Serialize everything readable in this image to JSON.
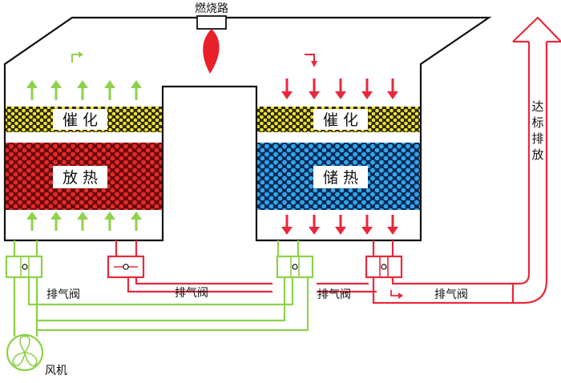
{
  "burner": {
    "label": "燃烧路"
  },
  "left_chamber": {
    "catalyst_label": "催 化",
    "bed_label": "放 热"
  },
  "right_chamber": {
    "catalyst_label": "催 化",
    "bed_label": "储 热"
  },
  "valves": {
    "left_label": "排气阀",
    "middle_label": "排气阀",
    "right_label": "排气阀",
    "outlet_label": "排气阀"
  },
  "fan": {
    "label": "风机"
  },
  "outlet": {
    "label": "达标排放"
  },
  "colors": {
    "green": "#8ed14a",
    "red": "#e8283c",
    "catalyst": "#e8dc2a",
    "exotherm": "#d8202a",
    "heat_storage": "#2aa0e0"
  }
}
